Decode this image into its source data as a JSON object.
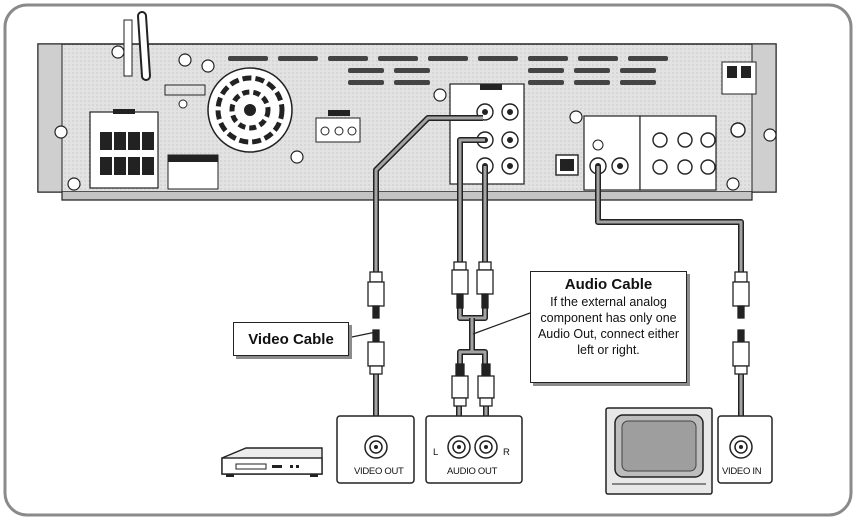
{
  "callouts": {
    "video_cable": "Video Cable",
    "audio_cable_title": "Audio Cable",
    "audio_cable_note": "If the external analog component has only one Audio Out, connect either left or right."
  },
  "jacks": {
    "video_out": "VIDEO OUT",
    "audio_out": "AUDIO OUT",
    "audio_left": "L",
    "audio_right": "R",
    "video_in": "VIDEO IN"
  },
  "colors": {
    "panel": "#d8d8d8",
    "outline": "#222222",
    "cable": "#9a9a9a",
    "background": "#ffffff"
  }
}
